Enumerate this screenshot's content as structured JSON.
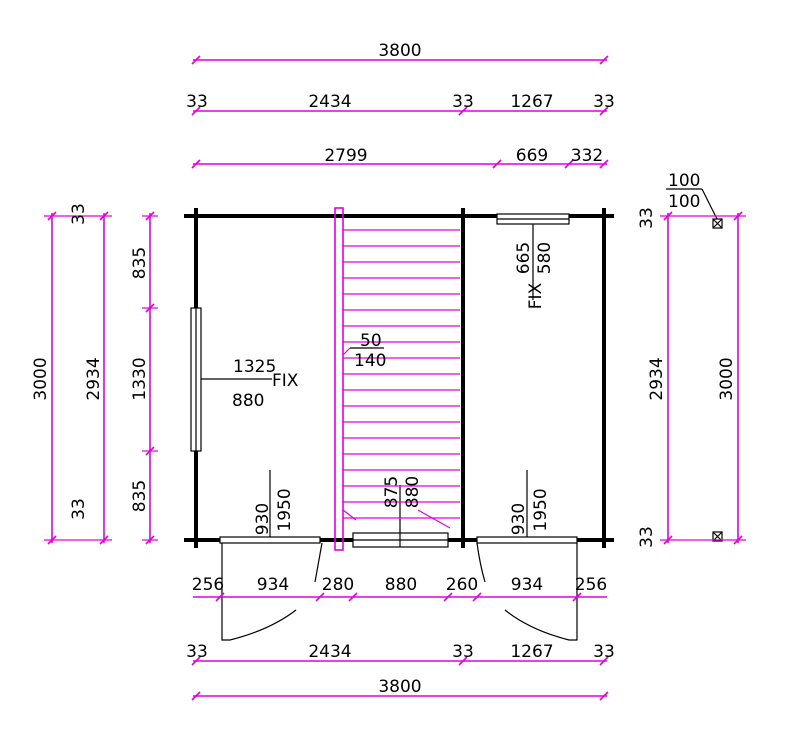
{
  "dimensions": {
    "top_overall": "3800",
    "top_segments": [
      "33",
      "2434",
      "33",
      "1267",
      "33"
    ],
    "top_inner": [
      "2799",
      "669",
      "332"
    ],
    "bottom_openings": [
      "256",
      "934",
      "280",
      "880",
      "260",
      "934",
      "256"
    ],
    "bottom_segments": [
      "33",
      "2434",
      "33",
      "1267",
      "33"
    ],
    "bottom_overall": "3800",
    "left_overall": "3000",
    "left_wall_top": "33",
    "left_wall_bottom": "33",
    "left_inner": "2934",
    "left_window": [
      "835",
      "1330",
      "835"
    ],
    "right_wall_top": "33",
    "right_wall_bottom": "33",
    "right_inner": "2934",
    "right_overall": "3000"
  },
  "labels": {
    "left_window_width": "1325",
    "left_window_height": "880",
    "left_window_type": "FIX",
    "right_window_width": "665",
    "right_window_height": "580",
    "right_window_type": "FIX",
    "door_left_width": "930",
    "door_left_height": "1950",
    "door_right_width": "930",
    "door_right_height": "1950",
    "center_window_width": "875",
    "center_window_height": "880",
    "floor_board_a": "50",
    "floor_board_b": "140",
    "post_a": "100",
    "post_b": "100"
  },
  "colors": {
    "dimension": "#e000e0",
    "wall": "#000000"
  }
}
